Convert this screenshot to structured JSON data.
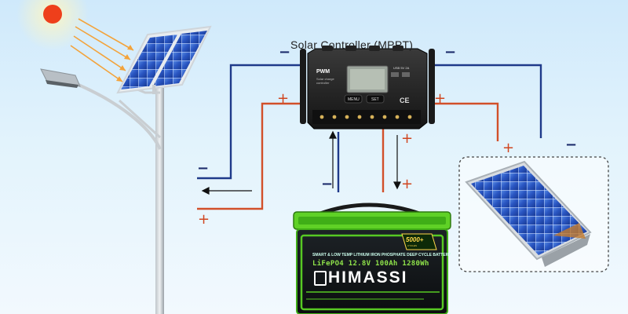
{
  "diagram": {
    "title": "Solar Controller (MPPT)",
    "controller": {
      "pwm_label": "PWM",
      "sub_label": "Solar charge controller",
      "usb_label": "USB 5V 2A",
      "buttons": [
        "MENU",
        "SET"
      ],
      "ce_mark": "CE"
    },
    "battery": {
      "tagline": "SMART & LOW TEMP LITHIUM IRON PHOSPHATE DEEP CYCLE BATTERY",
      "spec": "LiFePO4 12.8V 100Ah 1280Wh",
      "brand": "HIMASSI",
      "cycles_badge": "5000+",
      "cycles_sub": "CYCLES"
    },
    "polarity": {
      "plus": "+",
      "minus": "−"
    },
    "colors": {
      "negative_wire": "#1f3a8a",
      "positive_wire": "#d2502a",
      "battery_accent": "#5fd126",
      "sun": "#ee3f1b"
    },
    "icons": [
      "sun-icon",
      "street-lamp-icon",
      "solar-panel-icon",
      "charge-controller-icon",
      "battery-icon"
    ]
  }
}
